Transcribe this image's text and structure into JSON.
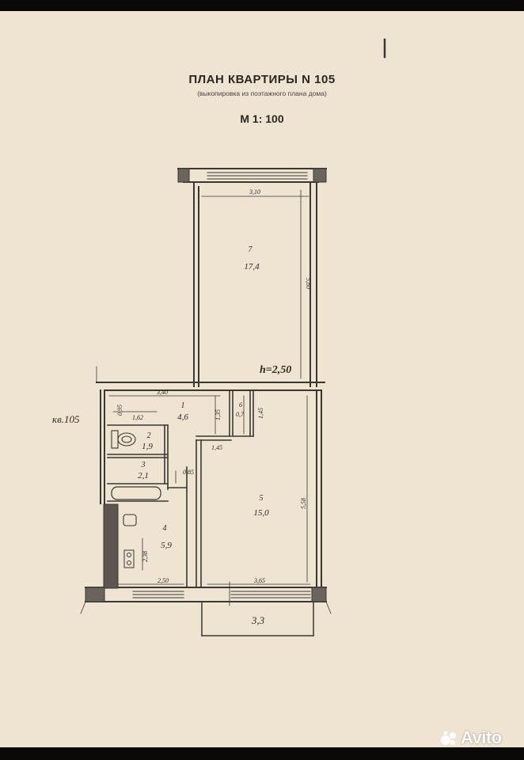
{
  "plan": {
    "title": "ПЛАН  КВАРТИРЫ N 105",
    "subtitle": "(выкопировка из поэтажного плана дома)",
    "scale": "М 1: 100",
    "apartment_label": "кв.105",
    "ceiling_height": "h=2,50"
  },
  "rooms": [
    {
      "number": "7",
      "area": "17,4"
    },
    {
      "number": "1",
      "area": "4,6"
    },
    {
      "number": "2",
      "area": "1,9"
    },
    {
      "number": "3",
      "area": "2,1"
    },
    {
      "number": "4",
      "area": "5,9"
    },
    {
      "number": "5",
      "area": "15,0"
    },
    {
      "number": "6",
      "area": "0,7"
    }
  ],
  "dimensions": {
    "room7_width": "3,10",
    "room7_length": "5,60",
    "hall_width": "3,40",
    "hall_depth": "0,95",
    "hall_inner": "1,62",
    "hall_right": "1,35",
    "closet_depth": "1,45",
    "room5_top": "1,45",
    "door": "0,85",
    "room5_length": "5,58",
    "kitchen_width": "2,50",
    "kitchen_depth": "2,38",
    "room5_width": "3,65",
    "balcony": "3,3"
  },
  "watermark": {
    "text": "Avito"
  }
}
